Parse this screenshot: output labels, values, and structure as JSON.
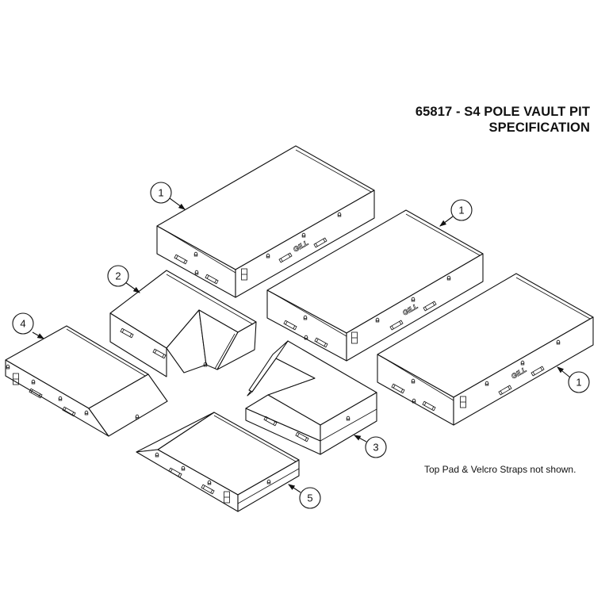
{
  "title": {
    "line1": "65817 - S4 POLE VAULT PIT",
    "line2": "SPECIFICATION"
  },
  "note": "Top Pad & Velcro Straps not shown.",
  "parts": [
    {
      "id": "block-1-top",
      "callout": "1",
      "logo": "GILL"
    },
    {
      "id": "block-1-middle",
      "callout": "1",
      "logo": "GILL"
    },
    {
      "id": "block-1-right",
      "callout": "1",
      "logo": "GILL"
    },
    {
      "id": "block-2",
      "callout": "2"
    },
    {
      "id": "block-3",
      "callout": "3"
    },
    {
      "id": "block-4",
      "callout": "4"
    },
    {
      "id": "block-5",
      "callout": "5"
    }
  ],
  "colors": {
    "line": "#111111",
    "background": "#ffffff"
  }
}
